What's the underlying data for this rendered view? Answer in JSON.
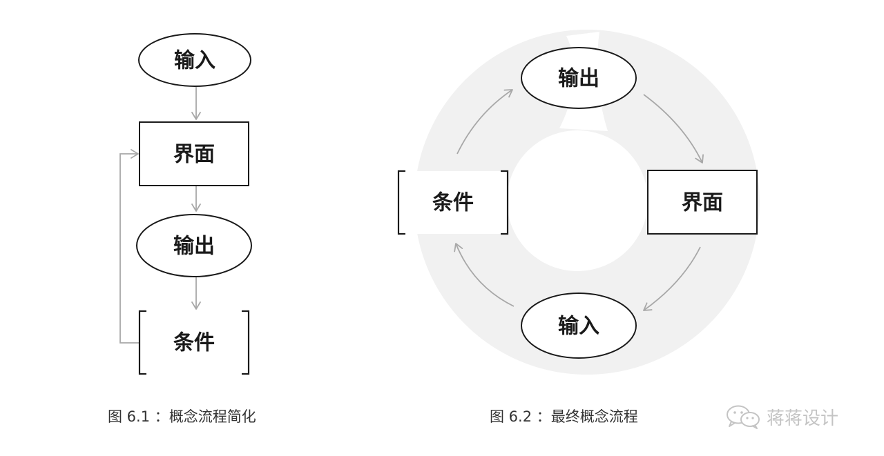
{
  "figure_left": {
    "caption": "图 6.1 ：概念流程简化",
    "nodes": {
      "input": "输入",
      "interface": "界面",
      "output": "输出",
      "condition": "条件"
    }
  },
  "figure_right": {
    "caption": "图 6.2 ：最终概念流程",
    "nodes": {
      "output": "输出",
      "interface": "界面",
      "input": "输入",
      "condition": "条件"
    }
  },
  "watermark": {
    "icon": "wechat-icon",
    "text": "蒋蒋设计"
  },
  "colors": {
    "arrow": "#a8a8a8",
    "ring": "#f1f1f1",
    "stroke": "#1a1a1a"
  }
}
